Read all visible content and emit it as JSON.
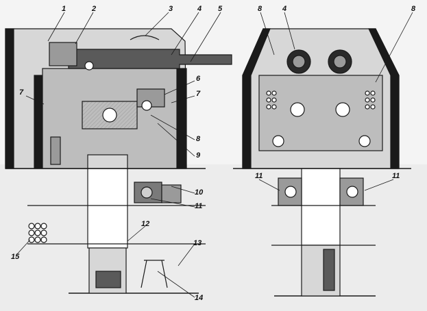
{
  "diagram": {
    "views": [
      "side-section",
      "front-section"
    ],
    "callouts": {
      "c1": "1",
      "c2": "2",
      "c3": "3",
      "c4": "4",
      "c5": "5",
      "c6": "6",
      "c7a": "7",
      "c7b": "7",
      "c8a": "8",
      "c9": "9",
      "c10": "10",
      "c11a": "11",
      "c12": "12",
      "c13": "13",
      "c14": "14",
      "c15": "15",
      "c8b": "8",
      "c4b": "4",
      "c8c": "8",
      "c11b": "11",
      "c11c": "11"
    }
  },
  "colors": {
    "ink": "#1a1a1a",
    "hull": "#c9c9c9",
    "shade": "#8a8a8a",
    "paper": "#f4f4f4"
  }
}
